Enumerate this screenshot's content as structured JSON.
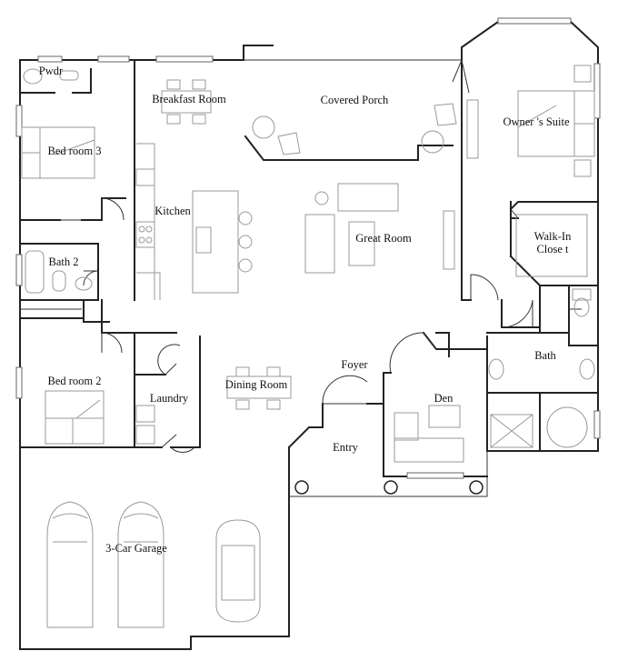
{
  "floorplan": {
    "rooms": {
      "pwdr": "Pwdr",
      "breakfast_room": "Breakfast Room",
      "covered_porch": "Covered Porch",
      "owners_suite": "Owner 's Suite",
      "bedroom3": "Bed room 3",
      "kitchen": "Kitchen",
      "great_room": "Great Room",
      "walk_in_closet_line1": "Walk-In",
      "walk_in_closet_line2": "Close t",
      "bath2": "Bath 2",
      "bath": "Bath",
      "foyer": "Foyer",
      "bedroom2": "Bed room 2",
      "laundry": "Laundry",
      "dining_room": "Dining Room",
      "den": "Den",
      "entry": "Entry",
      "garage": "3-Car Garage"
    }
  }
}
